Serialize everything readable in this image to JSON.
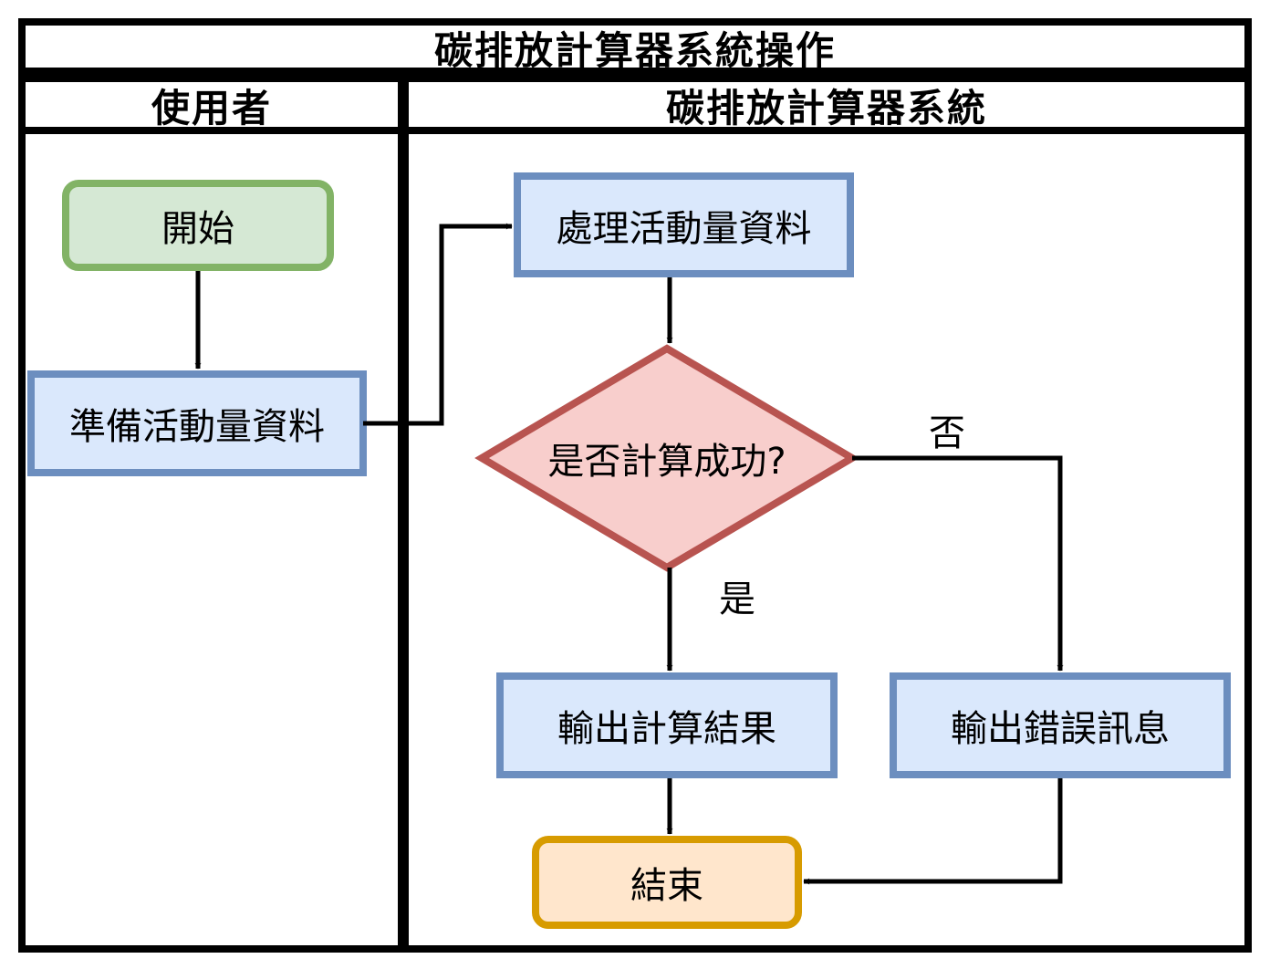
{
  "title": "碳排放計算器系統操作",
  "lanes": {
    "user": "使用者",
    "system": "碳排放計算器系統"
  },
  "nodes": {
    "start": "開始",
    "prepare": "準備活動量資料",
    "process": "處理活動量資料",
    "decision": "是否計算成功?",
    "output_result": "輸出計算結果",
    "output_error": "輸出錯誤訊息",
    "end": "結束"
  },
  "edges": {
    "yes": "是",
    "no": "否"
  },
  "colors": {
    "start_fill": "#d5e8d4",
    "start_stroke": "#82b366",
    "process_fill": "#dae8fc",
    "process_stroke": "#6c8ebf",
    "decision_fill": "#f8cecc",
    "decision_stroke": "#b85450",
    "end_fill": "#ffe6cc",
    "end_stroke": "#d79b00"
  }
}
